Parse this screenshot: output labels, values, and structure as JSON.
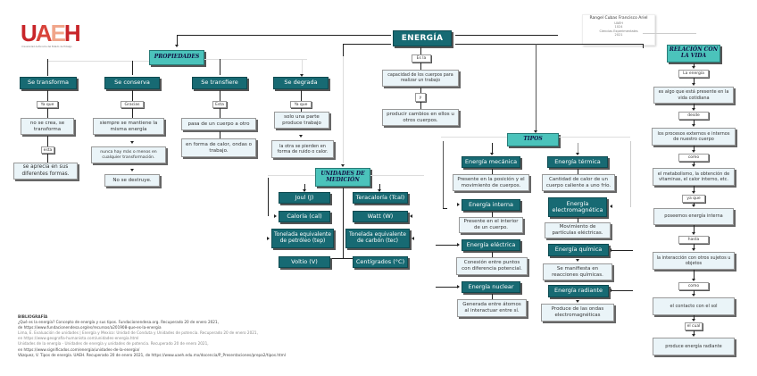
{
  "logo": {
    "text_parts": [
      "U",
      "A",
      "E",
      "H"
    ],
    "subtitle": "Universidad Autónoma del Estado de Hidalgo"
  },
  "author": {
    "name": "Rangel Cubas Francisco Ariel",
    "school": "UAEH",
    "group": "1024",
    "course": "Ciencias Experimentales",
    "year": "2021"
  },
  "colors": {
    "dark_node": "#176a73",
    "light_node": "#eaf4f8",
    "category_node": "#4bc3bb",
    "logo_red": "#c8252a"
  },
  "central": {
    "title": "ENERGÍA",
    "link1": "Es la",
    "def1": "capacidad de los cuerpos para realizar un trabajo",
    "link2": "y",
    "def2": "producir cambios en ellos u otros cuerpos."
  },
  "propiedades": {
    "title": "PROPIEDADES",
    "branches": [
      {
        "label": "Se transforma",
        "link1": "Ya que",
        "text1": "no se crea, se transforma",
        "link2": "esta",
        "text2": "se aprecia en sus diferentes formas."
      },
      {
        "label": "Se conserva",
        "link1": "Gracias",
        "text1": "siempre se mantiene la misma energía",
        "text2": "nunca hay más o menos en cualquier transformación.",
        "text3": "No se destruye."
      },
      {
        "label": "Se transfiere",
        "link1": "Esta",
        "text1": "pasa de un cuerpo a otro",
        "text2": "en forma de calor, ondas o trabajo."
      },
      {
        "label": "Se degrada",
        "link1": "Ya que",
        "text1": "solo una parte produce trabajo",
        "text2": "la otra se pierden en forma de ruido o calor."
      }
    ]
  },
  "unidades": {
    "title": "UNIDADES DE MEDICIÓN",
    "items": [
      "Joul (J)",
      "Teracaloría (Tcal)",
      "Caloría (cal)",
      "Watt (W)",
      "Tonelada equivalente de petróleo (tep)",
      "Tonelada equivalente de carbón (tec)",
      "Voltio (V)",
      "Centígrados (°C)"
    ]
  },
  "tipos": {
    "title": "TIPOS",
    "items": [
      {
        "label": "Energía mecánica",
        "desc": "Presente en la posición y el movimiento de cuerpos."
      },
      {
        "label": "Energía térmica",
        "desc": "Cantidad de calor de un cuerpo caliente a uno frío."
      },
      {
        "label": "Energía interna",
        "desc": "Presente en el interior de un cuerpo."
      },
      {
        "label": "Energía electromagnética",
        "desc": "Movimiento de partículas eléctricas."
      },
      {
        "label": "Energía eléctrica",
        "desc": "Conexión entre puntos con diferencia potencial."
      },
      {
        "label": "Energía química",
        "desc": "Se manifiesta en reacciones químicas."
      },
      {
        "label": "Energía nuclear",
        "desc": "Generada entre átomos al interactuar entre sí."
      },
      {
        "label": "Energía radiante",
        "desc": "Produce de las ondas electromagnéticas"
      }
    ]
  },
  "relacion": {
    "title": "RELACIÓN CON LA VIDA",
    "steps": [
      {
        "type": "link",
        "text": "La energía"
      },
      {
        "type": "node",
        "text": "es algo que está presente en la vida cotidiana"
      },
      {
        "type": "link",
        "text": "desde"
      },
      {
        "type": "node",
        "text": "los procesos externos e internos de nuestro cuerpo"
      },
      {
        "type": "link",
        "text": "como"
      },
      {
        "type": "node",
        "text": "el metabolismo, la obtención de vitaminas, el calor interno, etc."
      },
      {
        "type": "link",
        "text": "ya que"
      },
      {
        "type": "node",
        "text": "poseemos energía interna"
      },
      {
        "type": "link",
        "text": "hasta"
      },
      {
        "type": "node",
        "text": "la interacción con otros sujetos u objetos"
      },
      {
        "type": "link",
        "text": "como"
      },
      {
        "type": "node",
        "text": "el contacto con el sol"
      },
      {
        "type": "link",
        "text": "el cual"
      },
      {
        "type": "node",
        "text": "produce energía radiante"
      }
    ]
  },
  "bibliografia": {
    "title": "BIBLIOGRAFÍA",
    "entries": [
      "¿Qué es la energía? Concepto de energía y sus tipos. Fundacionendesa.org. Recuperado 20 de enero 2021,",
      "de https://www.fundacionendesa.org/es/recursos/a201908-que-es-la-energia",
      "Lima, E. Evaluación de unidades | Energía y Mexico: Unidad de Conduta y Unidades de potencia. Recuperado 20 de enero 2021,",
      "en https://www.geografia-humanista.com/unidades-energia.html",
      "Unidades de la energía - Unidades de energía y unidades de potencia. Recuperado 20 de enero 2021,",
      "en https://www.significados.com/energia/unidades-de-la-energia/",
      "Vázquez, V. Tipos de energía. UAEH. Recuperado 20 de enero 2021, de https://www.uaeh.edu.mx/docencia/P_Presentaciones/prepa2/tipos.html"
    ]
  }
}
